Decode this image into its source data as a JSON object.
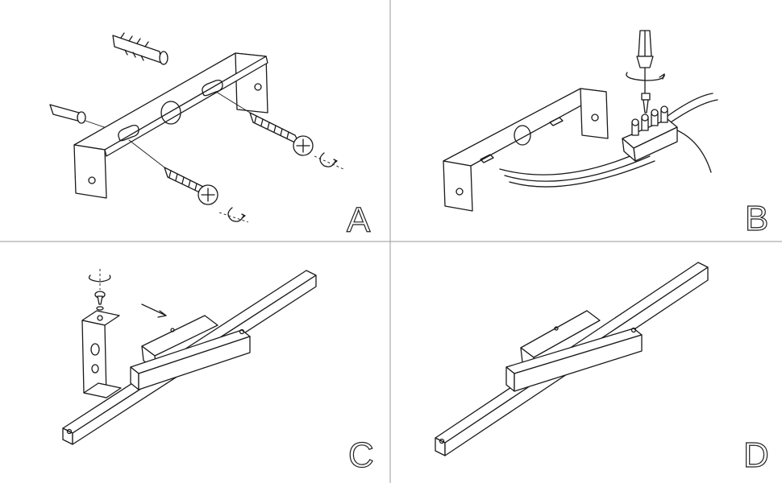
{
  "diagram": {
    "panels": [
      {
        "id": "A",
        "label": "A"
      },
      {
        "id": "B",
        "label": "B"
      },
      {
        "id": "C",
        "label": "C"
      },
      {
        "id": "D",
        "label": "D"
      }
    ]
  }
}
